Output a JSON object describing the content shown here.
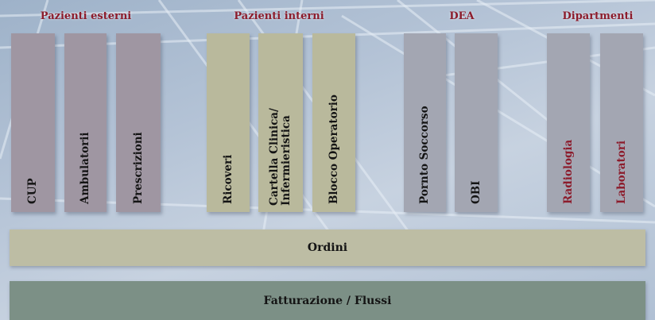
{
  "groups": [
    {
      "title": "Pazienti esterni"
    },
    {
      "title": "Pazienti interni"
    },
    {
      "title": "DEA"
    },
    {
      "title": "Dipartmenti"
    }
  ],
  "modules": [
    {
      "label": "CUP",
      "group": "Pazienti esterni",
      "color": "#9f96a2"
    },
    {
      "label": "Ambulatorii",
      "group": "Pazienti esterni",
      "color": "#9f96a2"
    },
    {
      "label": "Prescrizioni",
      "group": "Pazienti esterni",
      "color": "#9f96a2"
    },
    {
      "label": "Ricoveri",
      "group": "Pazienti interni",
      "color": "#b9b99c"
    },
    {
      "label": "Cartella Clinica/\nInfermieristica",
      "group": "Pazienti interni",
      "color": "#b9b99c"
    },
    {
      "label": "Blocco Operatorio",
      "group": "Pazienti interni",
      "color": "#b9b99c"
    },
    {
      "label": "Pornto Soccorso",
      "group": "DEA",
      "color": "#a3a6b2"
    },
    {
      "label": "OBI",
      "group": "DEA",
      "color": "#a3a6b2"
    },
    {
      "label": "Radiologia",
      "group": "Dipartmenti",
      "color": "#a3a6b2",
      "text_color": "#8c1c2c"
    },
    {
      "label": "Laboratori",
      "group": "Dipartmenti",
      "color": "#a3a6b2",
      "text_color": "#8c1c2c"
    }
  ],
  "layers": {
    "ordini": "Ordini",
    "fatturazione": "Fatturazione / Flussi"
  },
  "colors": {
    "title_red": "#8c1c2c",
    "ordini_bar": "#bdbda4",
    "fatturazione_bar": "#7c9086"
  }
}
